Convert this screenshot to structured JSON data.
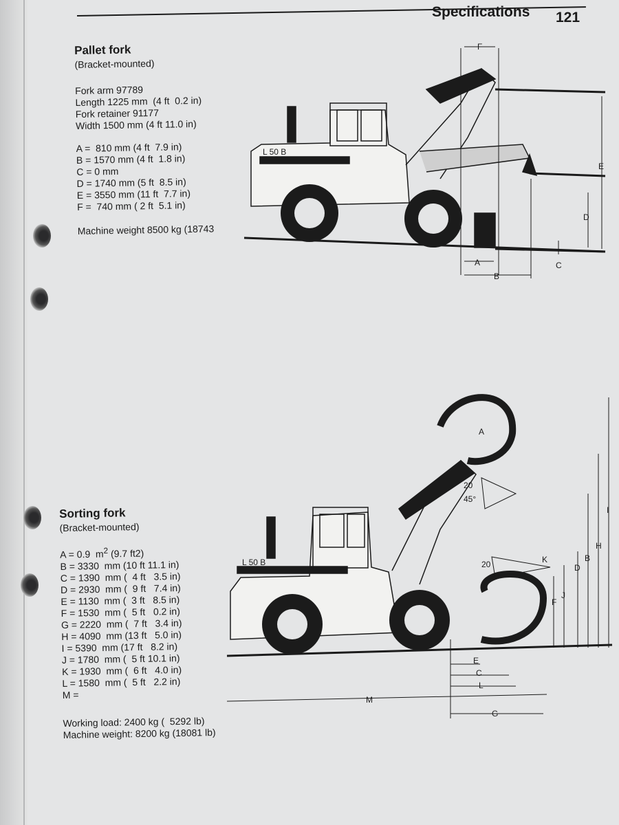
{
  "header": {
    "title": "Specifications",
    "page_number": "121"
  },
  "pallet_fork": {
    "title": "Pallet fork",
    "subtitle": "(Bracket-mounted)",
    "parts": [
      "Fork arm 97789",
      "Length 1225 mm  (4 ft  0.2 in)",
      "Fork retainer 91177",
      "Width 1500 mm (4 ft 11.0 in)"
    ],
    "dimensions": [
      "A =  810 mm (4 ft  7.9 in)",
      "B = 1570 mm (4 ft  1.8 in)",
      "C = 0 mm",
      "D = 1740 mm (5 ft  8.5 in)",
      "E = 3550 mm (11 ft  7.7 in)",
      "F =  740 mm ( 2 ft  5.1 in)"
    ],
    "machine_weight": "Machine weight 8500 kg (18743",
    "diagram_labels": {
      "a": "A",
      "b": "B",
      "c": "C",
      "d": "D",
      "e": "E",
      "f": "F",
      "model": "L 50 B"
    }
  },
  "sorting_fork": {
    "title": "Sorting fork",
    "subtitle": "(Bracket-mounted)",
    "area_dim": {
      "label": "A = 0.9  m",
      "sup": "2",
      "tail": " (9.7 ft2)"
    },
    "dimensions": [
      "B = 3330  mm (10 ft 11.1 in)",
      "C = 1390  mm (  4 ft   3.5 in)",
      "D = 2930  mm (  9 ft   7.4 in)",
      "E = 1130  mm (  3 ft   8.5 in)",
      "F = 1530  mm (  5 ft   0.2 in)",
      "G = 2220  mm (  7 ft   3.4 in)",
      "H = 4090  mm (13 ft   5.0 in)",
      "I = 5390  mm (17 ft   8.2 in)",
      "J = 1780  mm (  5 ft 10.1 in)",
      "K = 1930  mm (  6 ft   4.0 in)",
      "L = 1580  mm (  5 ft   2.2 in)",
      "M ="
    ],
    "working_load": "Working load: 2400 kg (  5292 lb)",
    "machine_weight": "Machine weight: 8200 kg (18081 lb)",
    "diagram_labels": {
      "a": "A",
      "b": "B",
      "c": "C",
      "d": "D",
      "e": "E",
      "f": "F",
      "g": "G",
      "h": "H",
      "i": "I",
      "j": "J",
      "k": "K",
      "l": "L",
      "m": "M",
      "angle_20_top": "20",
      "angle_45": "45°",
      "angle_20_low": "20",
      "model": "L 50 B"
    }
  }
}
